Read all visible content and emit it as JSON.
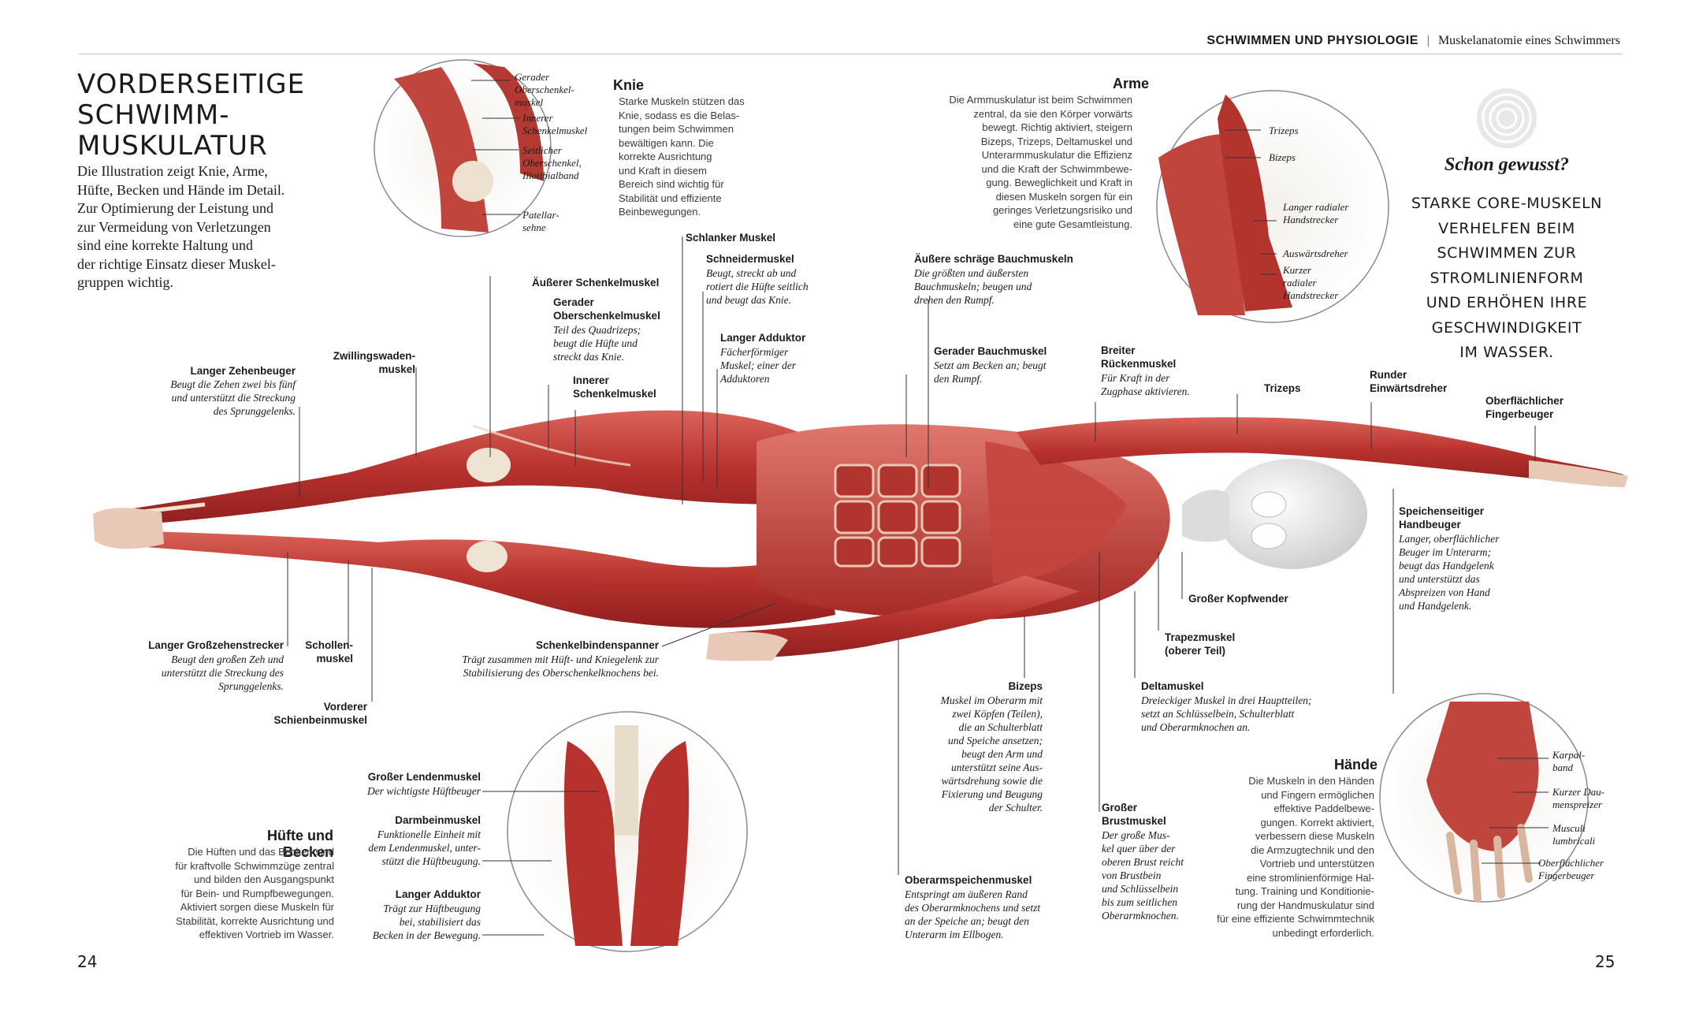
{
  "header": {
    "section": "SCHWIMMEN UND PHYSIOLOGIE",
    "separator": "|",
    "subtitle": "Muskelanatomie eines Schwimmers"
  },
  "title": {
    "line1": "VORDERSEITIGE",
    "line2": "SCHWIMM-",
    "line3": "MUSKULATUR"
  },
  "intro": {
    "lines": [
      "Die Illustration zeigt Knie, Arme,",
      "Hüfte, Becken und Hände im Detail.",
      "Zur Optimierung der Leistung und",
      "zur Vermeidung von Verletzungen",
      "sind eine korrekte Haltung und",
      "der richtige Einsatz dieser Muskel-",
      "gruppen wichtig."
    ]
  },
  "page_numbers": {
    "left": "24",
    "right": "25"
  },
  "knee": {
    "heading": "Knie",
    "body": [
      "Starke Muskeln stützen das",
      "Knie, sodass es die Belas-",
      "tungen beim Schwimmen",
      "bewältigen kann. Die",
      "korrekte Ausrichtung",
      "und Kraft in diesem",
      "Bereich sind wichtig für",
      "Stabilität und effiziente",
      "Beinbewegungen."
    ],
    "labels": [
      [
        "Gerader",
        "Oberschenkel-",
        "muskel"
      ],
      [
        "Innerer",
        "Schenkelmuskel"
      ],
      [
        "Seitlicher",
        "Oberschenkel,",
        "Iliotibialband"
      ],
      [
        "Patellar-",
        "sehne"
      ]
    ]
  },
  "arms": {
    "heading": "Arme",
    "body": [
      "Die Armmuskulatur ist beim Schwimmen",
      "zentral, da sie den Körper vorwärts",
      "bewegt. Richtig aktiviert, steigern",
      "Bizeps, Trizeps, Deltamuskel und",
      "Unterarmmuskulatur die Effizienz",
      "und die Kraft der Schwimmbewe-",
      "gung. Beweglichkeit und Kraft in",
      "diesen Muskeln sorgen für ein",
      "geringes Verletzungsrisiko und",
      "eine gute Gesamtleistung."
    ],
    "labels": [
      [
        "Trizeps"
      ],
      [
        "Bizeps"
      ],
      [
        "Langer radialer",
        "Handstrecker"
      ],
      [
        "Auswärtsdreher"
      ],
      [
        "Kurzer",
        "radialer",
        "Handstrecker"
      ]
    ]
  },
  "did_you_know": {
    "heading": "Schon gewusst?",
    "lines": [
      "STARKE CORE-MUSKELN",
      "VERHELFEN BEIM",
      "SCHWIMMEN ZUR",
      "STROMLINIENFORM",
      "UND ERHÖHEN IHRE",
      "GESCHWINDIGKEIT",
      "IM WASSER."
    ]
  },
  "hips": {
    "heading": "Hüfte und Becken",
    "body": [
      "Die Hüften und das Becken sind",
      "für kraftvolle Schwimmzüge zentral",
      "und bilden den Ausgangspunkt",
      "für Bein- und Rumpfbewegungen.",
      "Aktiviert sorgen diese Muskeln für",
      "Stabilität, korrekte Ausrichtung und",
      "effektiven Vortrieb im Wasser."
    ],
    "labels": [
      {
        "name": "Großer Lendenmuskel",
        "desc": [
          "Der wichtigste Hüftbeuger"
        ]
      },
      {
        "name": "Darmbeinmuskel",
        "desc": [
          "Funktionelle Einheit mit",
          "dem Lendenmuskel, unter-",
          "stützt die Hüftbeugung."
        ]
      },
      {
        "name": "Langer Adduktor",
        "desc": [
          "Trägt zur Hüftbeugung",
          "bei, stabilisiert das",
          "Becken in der Bewegung."
        ]
      }
    ]
  },
  "hands": {
    "heading": "Hände",
    "body": [
      "Die Muskeln in den Händen",
      "und Fingern ermöglichen",
      "effektive Paddelbewe-",
      "gungen. Korrekt aktiviert,",
      "verbessern diese Muskeln",
      "die Armzugtechnik und den",
      "Vortrieb und unterstützen",
      "eine stromlinienförmige Hal-",
      "tung. Training und Konditionie-",
      "rung der Handmuskulatur sind",
      "für eine effiziente Schwimmtechnik",
      "unbedingt erforderlich."
    ],
    "labels": [
      [
        "Karpal-",
        "band"
      ],
      [
        "Kurzer Dau-",
        "menspreizer"
      ],
      [
        "Musculi",
        "lumbricali"
      ],
      [
        "Oberflächlicher",
        "Fingerbeuger"
      ]
    ]
  },
  "muscles": {
    "langer_zehenbeuger": {
      "name": [
        "Langer Zehenbeuger"
      ],
      "desc": [
        "Beugt die Zehen zwei bis fünf",
        "und unterstützt die Streckung",
        "des Sprunggelenks."
      ]
    },
    "zwillingswadenmuskel": {
      "name": [
        "Zwillingswaden-",
        "muskel"
      ]
    },
    "aeusserer_schenkelmuskel": {
      "name": [
        "Äußerer Schenkelmuskel"
      ]
    },
    "gerader_oberschenkelmuskel": {
      "name": [
        "Gerader",
        "Oberschenkelmuskel"
      ],
      "desc": [
        "Teil des Quadrizeps;",
        "beugt die Hüfte und",
        "streckt das Knie."
      ]
    },
    "innerer_schenkelmuskel": {
      "name": [
        "Innerer",
        "Schenkelmuskel"
      ]
    },
    "schlanker_muskel": {
      "name": [
        "Schlanker Muskel"
      ]
    },
    "schneidermuskel": {
      "name": [
        "Schneidermuskel"
      ],
      "desc": [
        "Beugt, streckt ab und",
        "rotiert die Hüfte seitlich",
        "und beugt das Knie."
      ]
    },
    "langer_adduktor": {
      "name": [
        "Langer Adduktor"
      ],
      "desc": [
        "Fächerförmiger",
        "Muskel; einer der",
        "Adduktoren"
      ]
    },
    "aeussere_schraege": {
      "name": [
        "Äußere schräge Bauchmuskeln"
      ],
      "desc": [
        "Die größten und äußersten",
        "Bauchmuskeln; beugen und",
        "drehen den Rumpf."
      ]
    },
    "gerader_bauchmuskel": {
      "name": [
        "Gerader Bauchmuskel"
      ],
      "desc": [
        "Setzt am Becken an; beugt",
        "den Rumpf."
      ]
    },
    "breiter_rueckenmuskel": {
      "name": [
        "Breiter",
        "Rückenmuskel"
      ],
      "desc": [
        "Für Kraft in der",
        "Zugphase aktivieren."
      ]
    },
    "trizeps": {
      "name": [
        "Trizeps"
      ]
    },
    "runder_einwaertsdreher": {
      "name": [
        "Runder",
        "Einwärtsdreher"
      ]
    },
    "oberflaechlicher_fingerbeuger": {
      "name": [
        "Oberflächlicher",
        "Fingerbeuger"
      ]
    },
    "speichenseitiger_handbeuger": {
      "name": [
        "Speichenseitiger",
        "Handbeuger"
      ],
      "desc": [
        "Langer, oberflächlicher",
        "Beuger im Unterarm;",
        "beugt das Handgelenk",
        "und unterstützt das",
        "Abspreizen von Hand",
        "und Handgelenk."
      ]
    },
    "grosser_kopfwender": {
      "name": [
        "Großer Kopfwender"
      ]
    },
    "trapezmuskel": {
      "name": [
        "Trapezmuskel",
        "(oberer Teil)"
      ]
    },
    "deltamuskel": {
      "name": [
        "Deltamuskel"
      ],
      "desc": [
        "Dreieckiger Muskel in drei Hauptteilen;",
        "setzt an Schlüsselbein, Schulterblatt",
        "und Oberarmknochen an."
      ]
    },
    "bizeps": {
      "name": [
        "Bizeps"
      ],
      "desc": [
        "Muskel im Oberarm mit",
        "zwei Köpfen (Teilen),",
        "die an Schulterblatt",
        "und Speiche ansetzen;",
        "beugt den Arm und",
        "unterstützt seine Aus-",
        "wärtsdrehung sowie die",
        "Fixierung und Beugung",
        "der Schulter."
      ]
    },
    "grosser_brustmuskel": {
      "name": [
        "Großer",
        "Brustmuskel"
      ],
      "desc": [
        "Der große Mus-",
        "kel quer über der",
        "oberen Brust reicht",
        "von Brustbein",
        "und Schlüsselbein",
        "bis zum seitlichen",
        "Oberarmknochen."
      ]
    },
    "oberarmspeichenmuskel": {
      "name": [
        "Oberarmspeichenmuskel"
      ],
      "desc": [
        "Entspringt am äußeren Rand",
        "des Oberarmknochens und setzt",
        "an der Speiche an; beugt den",
        "Unterarm im Ellbogen."
      ]
    },
    "schenkelbindenspanner": {
      "name": [
        "Schenkelbindenspanner"
      ],
      "desc": [
        "Trägt zusammen mit Hüft- und Kniegelenk zur",
        "Stabilisierung des Oberschenkelknochens bei."
      ]
    },
    "langer_grosszehenstrecker": {
      "name": [
        "Langer Großzehenstrecker"
      ],
      "desc": [
        "Beugt den großen Zeh und",
        "unterstützt die Streckung des",
        "Sprunggelenks."
      ]
    },
    "schollenmuskel": {
      "name": [
        "Schollen-",
        "muskel"
      ]
    },
    "vorderer_schienbeinmuskel": {
      "name": [
        "Vorderer",
        "Schienbeinmuskel"
      ]
    }
  }
}
